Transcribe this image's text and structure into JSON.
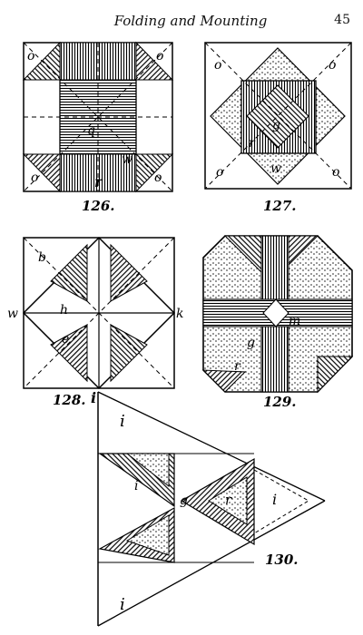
{
  "header": {
    "title": "Folding and Mounting",
    "page_number": "45"
  },
  "figures": [
    {
      "caption": "126.",
      "labels": [
        "o",
        "o",
        "o",
        "o",
        "q",
        "w",
        "r"
      ]
    },
    {
      "caption": "127.",
      "labels": [
        "o",
        "o",
        "o",
        "o",
        "g",
        "r",
        "w"
      ]
    },
    {
      "caption": "128.",
      "labels": [
        "b",
        "w",
        "h",
        "k",
        "e",
        "i"
      ]
    },
    {
      "caption": "129.",
      "labels": [
        "m",
        "g",
        "r"
      ]
    },
    {
      "caption": "130.",
      "labels": [
        "i",
        "i",
        "i",
        "g",
        "r",
        "i"
      ]
    }
  ],
  "colors": {
    "ink": "#000000",
    "paper": "#ffffff"
  }
}
